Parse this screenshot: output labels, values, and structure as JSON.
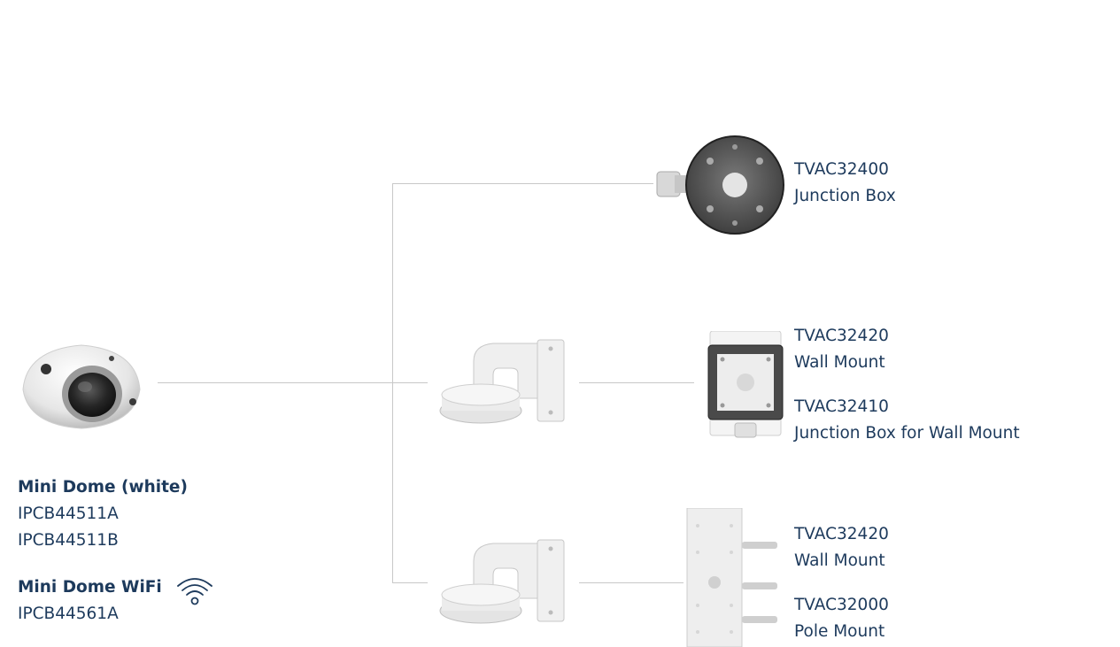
{
  "camera": {
    "model_white_title": "Mini Dome (white)",
    "model_white_skus": [
      "IPCB44511A",
      "IPCB44511B"
    ],
    "model_wifi_title": "Mini Dome WiFi",
    "model_wifi_skus": [
      "IPCB44561A"
    ],
    "wifi_icon": "wifi-icon"
  },
  "accessories": {
    "junction_box": {
      "code": "TVAC32400",
      "name": "Junction Box"
    },
    "wall_mount_1": {
      "code": "TVAC32420",
      "name": "Wall Mount"
    },
    "junction_box_wall": {
      "code": "TVAC32410",
      "name": "Junction Box for Wall Mount"
    },
    "wall_mount_2": {
      "code": "TVAC32420",
      "name": "Wall Mount"
    },
    "pole_mount": {
      "code": "TVAC32000",
      "name": "Pole Mount"
    }
  },
  "colors": {
    "text": "#1d3a5c",
    "connector": "#c8c8c8"
  }
}
